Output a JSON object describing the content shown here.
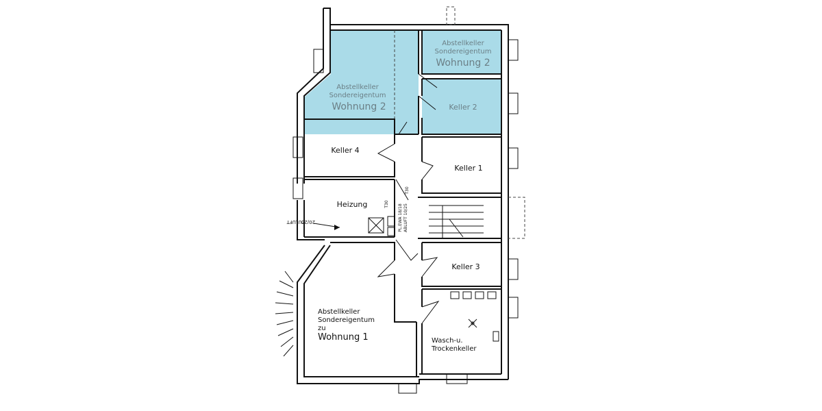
{
  "rooms": {
    "abstell_top_right": {
      "line1": "Abstellkeller",
      "line2": "Sondereigentum",
      "line3": "Wohnung 2"
    },
    "abstell_top_left": {
      "line1": "Abstellkeller",
      "line2": "Sondereigentum",
      "line3": "Wohnung 2"
    },
    "keller2": "Keller 2",
    "keller4": "Keller 4",
    "keller1": "Keller 1",
    "heizung": "Heizung",
    "keller3": "Keller 3",
    "abstell_bottom": {
      "line1": "Abstellkeller",
      "line2": "Sondereigentum",
      "line3": "zu",
      "line4": "Wohnung 1"
    },
    "wasch": {
      "line1": "Wasch-u.",
      "line2": "Trockenkeller"
    }
  },
  "annotations": {
    "zuluft": "ZULUFT",
    "zuluft_size": "20/20",
    "pl_ewa": "PL.EWA 18/18",
    "abluft": "ABLUFT 10/25",
    "t30_a": "T30",
    "t30_b": "T30"
  },
  "colors": {
    "highlight": "#aadbe8",
    "wall": "#111111",
    "label_blue": "#6b7f86"
  }
}
